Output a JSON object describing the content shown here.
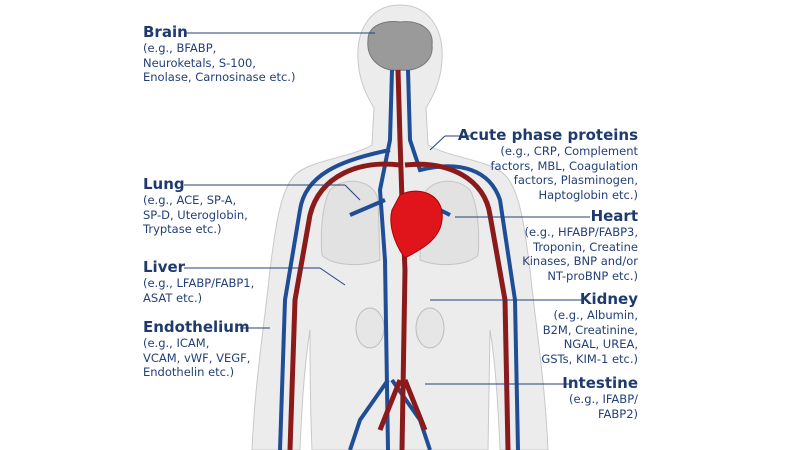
{
  "labels": {
    "brain": {
      "title": "Brain",
      "detail": "(e.g., BFABP,\nNeuroketals, S-100,\nEnolase, Carnosinase etc.)"
    },
    "lung": {
      "title": "Lung",
      "detail": "(e.g., ACE, SP-A,\nSP-D, Uteroglobin,\nTryptase etc.)"
    },
    "liver": {
      "title": "Liver",
      "detail": "(e.g., LFABP/FABP1,\nASAT etc.)"
    },
    "endothelium": {
      "title": "Endothelium",
      "detail": "(e.g., ICAM,\nVCAM, vWF, VEGF,\nEndothelin etc.)"
    },
    "acute": {
      "title": "Acute phase proteins",
      "detail": "(e.g., CRP,  Complement\nfactors, MBL, Coagulation\nfactors, Plasminogen,\nHaptoglobin etc.)"
    },
    "heart": {
      "title": "Heart",
      "detail": "(e.g., HFABP/FABP3,\nTroponin, Creatine\nKinases, BNP and/or\nNT-proBNP etc.)"
    },
    "kidney": {
      "title": "Kidney",
      "detail": "(e.g., Albumin,\nB2M, Creatinine,\nNGAL, UREA,\nGSTs, KIM-1 etc.)"
    },
    "intestine": {
      "title": "Intestine",
      "detail": "(e.g., IFABP/\nFABP2)"
    }
  },
  "colors": {
    "text": "#23407a",
    "vein": "#1f4e96",
    "artery": "#8b1a1a",
    "heart": "#e0141b",
    "body": "#ececec",
    "brain": "#9a9a9a"
  }
}
